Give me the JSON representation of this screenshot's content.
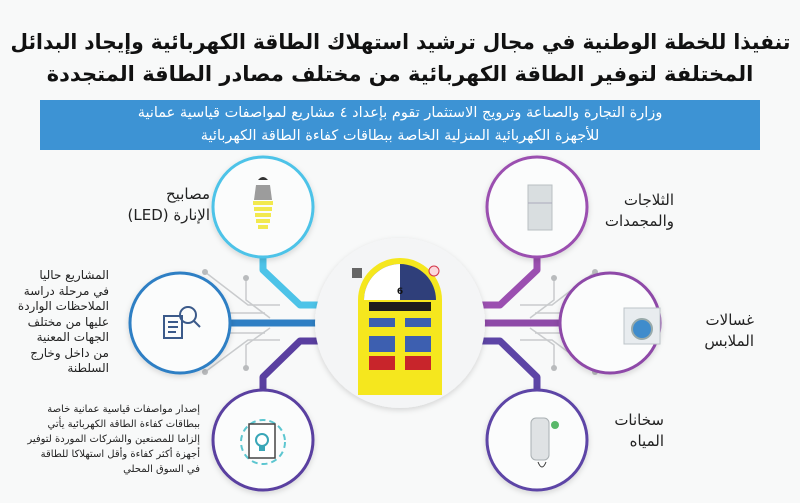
{
  "header": {
    "title_line1": "تنفيذا للخطة الوطنية في مجال ترشيد استهلاك الطاقة الكهربائية وإيجاد البدائل",
    "title_line2": "المختلفة لتوفير الطاقة الكهربائية من مختلف مصادر الطاقة المتجددة"
  },
  "banner": {
    "line1": "وزارة التجارة والصناعة وترويج الاستثمار تقوم بإعداد ٤ مشاريع لمواصفات قياسية عمانية",
    "line2": "للأجهزة الكهربائية المنزلية الخاصة ببطاقات كفاءة الطاقة الكهربائية",
    "color": "#3d93d4"
  },
  "center": {
    "label_icon": "energy-efficiency-label",
    "rating": "6"
  },
  "left_items": [
    {
      "line1": "مصابيح",
      "line2": "الإنارة (LED)",
      "icon": "led-bulb-icon",
      "color": "#4dc3e8"
    },
    {
      "text": [
        "المشاريع حاليا",
        "في مرحلة دراسة",
        "الملاحظات الواردة",
        "عليها من مختلف",
        "الجهات المعنية",
        "من داخل وخارج",
        "السلطنة"
      ],
      "icon": "document-search-icon",
      "color": "#2f7fc4"
    },
    {
      "text": [
        "إصدار مواصفات قياسية عمانية خاصة",
        "ببطاقات كفاءة الطاقة الكهربائية يأتي",
        "إلزاما للمصنعين والشركات الموردة لتوفير",
        "أجهزة أكثر كفاءة وأقل استهلاكا للطاقة",
        "في السوق المحلي"
      ],
      "icon": "gear-document-bulb-icon",
      "color": "#5a3fa0"
    }
  ],
  "right_items": [
    {
      "line1": "الثلاجات",
      "line2": "والمجمدات",
      "icon": "refrigerator-icon",
      "color": "#9b4fb0"
    },
    {
      "line1": "غسالات",
      "line2": "الملابس",
      "icon": "washing-machine-icon",
      "color": "#8e4aa8"
    },
    {
      "line1": "سخانات",
      "line2": "المياه",
      "icon": "water-heater-icon",
      "color": "#5d45a6"
    }
  ]
}
